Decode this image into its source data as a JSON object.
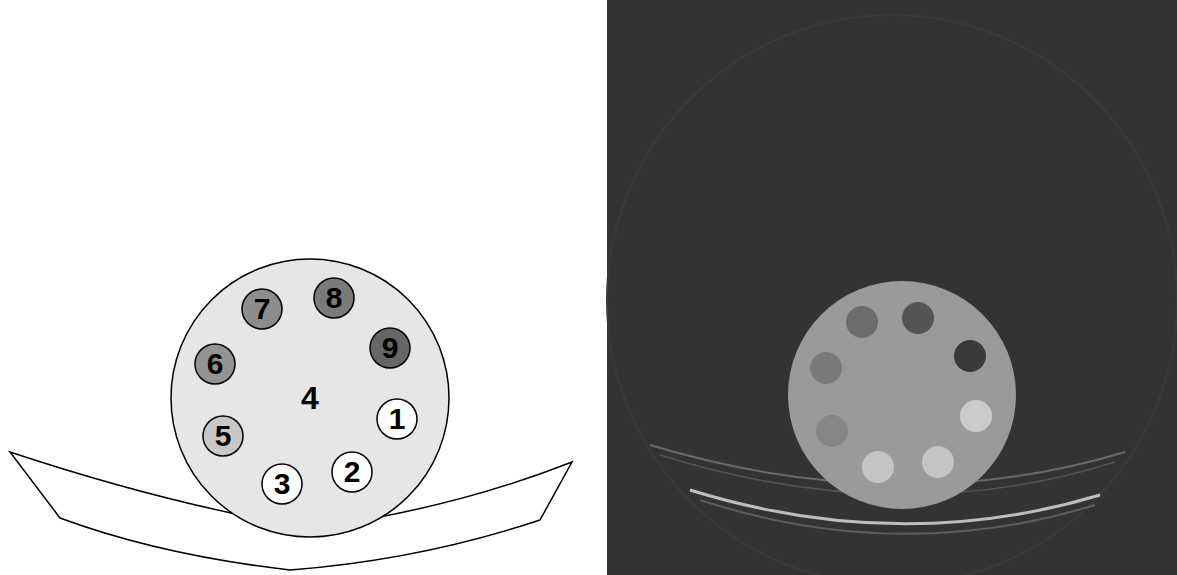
{
  "diagram": {
    "nodes": [
      {
        "text": [
          "4"
        ]
      },
      {
        "text": [
          "7"
        ],
        "in": 0
      },
      {
        "text": [
          "8"
        ],
        "in": 0
      },
      {
        "text": [
          "9"
        ],
        "in": 0
      },
      {
        "text": [
          "6"
        ],
        "in": 0
      },
      {
        "text": [
          "1"
        ],
        "in": 0
      },
      {
        "text": [
          "5"
        ],
        "in": 0
      },
      {
        "text": [
          "2"
        ],
        "in": 0
      },
      {
        "text": [
          "3"
        ],
        "in": 0
      }
    ]
  }
}
